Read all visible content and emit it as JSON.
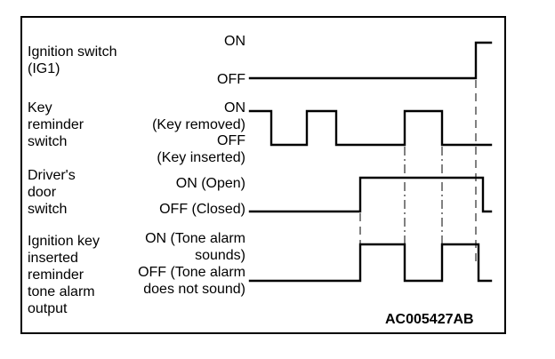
{
  "signals": [
    {
      "name_lines": [
        "Ignition switch",
        "(IG1)"
      ],
      "on_label": [
        "ON"
      ],
      "off_label": [
        "OFF"
      ]
    },
    {
      "name_lines": [
        "Key",
        "reminder",
        "switch"
      ],
      "on_label": [
        "ON",
        "(Key removed)"
      ],
      "off_label": [
        "OFF",
        "(Key inserted)"
      ]
    },
    {
      "name_lines": [
        "Driver's",
        "door",
        "switch"
      ],
      "on_label": [
        "ON (Open)"
      ],
      "off_label": [
        "OFF (Closed)"
      ]
    },
    {
      "name_lines": [
        "Ignition key",
        "inserted",
        "reminder",
        "tone alarm",
        "output"
      ],
      "on_label": [
        "ON (Tone alarm",
        "sounds)"
      ],
      "off_label": [
        "OFF (Tone alarm",
        "does not sound)"
      ]
    }
  ],
  "figure_code": "AC005427AB"
}
